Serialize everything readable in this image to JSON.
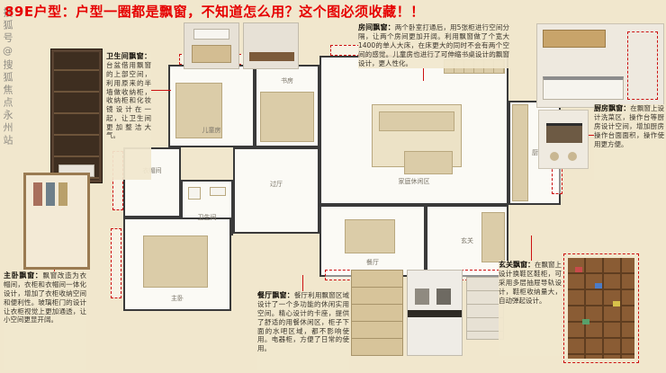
{
  "page": {
    "title": "89E户型：户型一圈都是飘窗，不知道怎么用？这个图必须收藏！！",
    "watermark": "搜狐号@搜狐焦点永州站"
  },
  "colors": {
    "page_bg": "#f1e7cd",
    "title_red": "#e60000",
    "bay_marker_red": "#cc1111",
    "wall_dark": "#3a3a3a",
    "furniture_tan": "#dbcca8"
  },
  "notes": {
    "bathroom": {
      "title": "卫生间飘窗：",
      "body": "台盆借用飘窗的上部空间，利用原来的半墙做收纳柜，收纳柜和化妆镜设计在一起，让卫生间更加整洁大气。"
    },
    "room": {
      "title": "房间飘窗：",
      "body": "两个卧室打通后，用5张柜进行空间分隔，让两个房间更加开阔。利用飘窗做了个宽大1400的单人大床，在床更大的同时不会有两个空间的感觉。儿童房也进行了可伸缩书桌设计的飘窗设计，更人性化。"
    },
    "kitchen": {
      "title": "厨房飘窗：",
      "body": "在飘窗上设计洗菜区，操作台等厨房设计空间，增加厨房操作台面面积，操作使用更方便。"
    },
    "entry": {
      "title": "玄关飘窗：",
      "body": "在飘窗上设计换鞋区鞋柜，可采用多层抽屉导轨设计，鞋柜收纳量大，自动弹起设计。"
    },
    "dining": {
      "title": "餐厅飘窗：",
      "body": "餐厅利用飘窗区域设计了一个多功能的休闲实用空间。精心设计的卡座，提供了舒适的用餐休闲区，柜子下面的水吧区域，都不影响使用。电器柜，方便了日常的使用。"
    },
    "master": {
      "title": "主卧飘窗：",
      "body": "飘窗改造为衣帽间，衣柜和衣帽间一体化设计，增加了衣柜收纳空间和便利性。玻璃柜门的设计让衣柜视觉上更加通透，让小空间更显开阔。"
    }
  },
  "floorplan": {
    "rooms": [
      {
        "id": "children",
        "label": "儿童房"
      },
      {
        "id": "study",
        "label": "书房"
      },
      {
        "id": "family",
        "label": "家庭休闲区"
      },
      {
        "id": "kitchen",
        "label": "厨房"
      },
      {
        "id": "cloak",
        "label": "衣帽间"
      },
      {
        "id": "hall",
        "label": "过厅"
      },
      {
        "id": "bath",
        "label": "卫生间"
      },
      {
        "id": "master",
        "label": "主卧"
      },
      {
        "id": "dining",
        "label": "餐厅"
      },
      {
        "id": "entry",
        "label": "玄关"
      }
    ]
  }
}
